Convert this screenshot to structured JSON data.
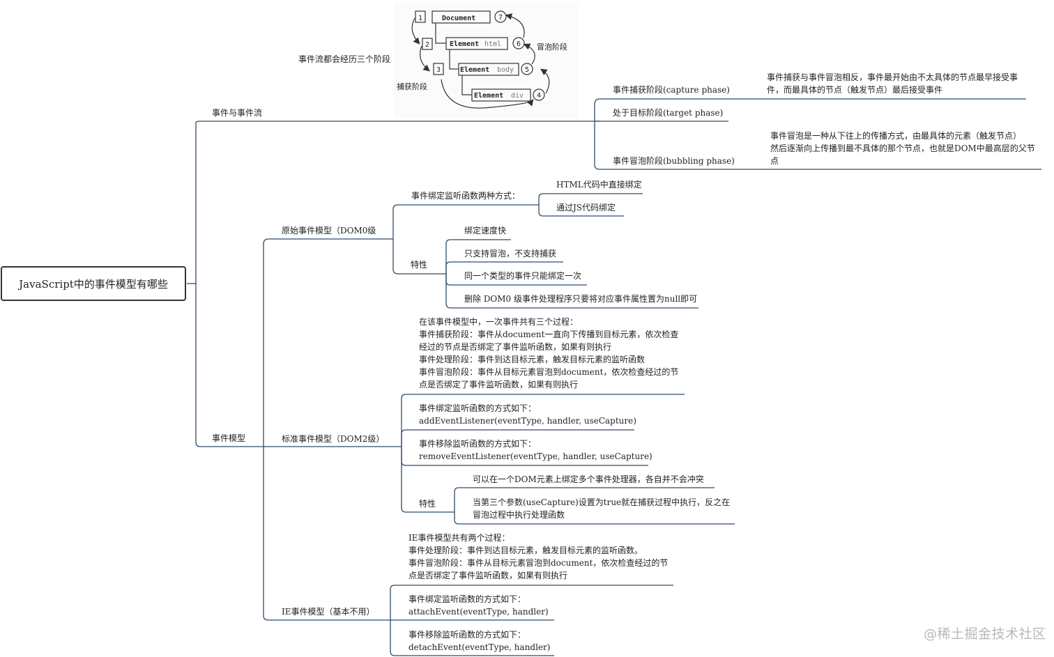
{
  "root": "JavaScript中的事件模型有哪些",
  "flow": {
    "label": "事件与事件流",
    "note": "事件流都会经历三个阶段",
    "figure": {
      "nums": [
        "1",
        "2",
        "3",
        "4",
        "5",
        "6",
        "7"
      ],
      "document": "Document",
      "el_html": "Element",
      "el_html_tag": "html",
      "el_body": "Element",
      "el_body_tag": "body",
      "el_div": "Element",
      "el_div_tag": "div",
      "capture_label": "捕获阶段",
      "bubble_label": "冒泡阶段"
    },
    "capture": "事件捕获阶段(capture phase)",
    "capture_desc": "事件捕获与事件冒泡相反，事件最开始由不太具体的节点最早接受事\n件，而最具体的节点（触发节点）最后接受事件",
    "target": "处于目标阶段(target phase)",
    "bubbling": "事件冒泡阶段(bubbling phase)",
    "bubbling_desc": "事件冒泡是一种从下往上的传播方式，由最具体的元素（触发节点）\n然后逐渐向上传播到最不具体的那个节点，也就是DOM中最高层的父节\n点"
  },
  "model": {
    "label": "事件模型",
    "dom0": {
      "label": "原始事件模型（DOM0级",
      "bind": "事件绑定监听函数两种方式：",
      "bind_items": [
        "HTML代码中直接绑定",
        "通过JS代码绑定"
      ],
      "feature": "特性",
      "features": [
        "绑定速度快",
        "只支持冒泡，不支持捕获",
        "同一个类型的事件只能绑定一次",
        "删除 DOM0 级事件处理程序只要将对应事件属性置为null即可"
      ]
    },
    "dom2": {
      "label": "标准事件模型（DOM2级）",
      "process": "在该事件模型中，一次事件共有三个过程：\n事件捕获阶段：事件从document一直向下传播到目标元素，依次检查\n经过的节点是否绑定了事件监听函数，如果有则执行\n事件处理阶段：事件到达目标元素，触发目标元素的监听函数\n事件冒泡阶段：事件从目标元素冒泡到document，依次检查经过的节\n点是否绑定了事件监听函数，如果有则执行",
      "add": "事件绑定监听函数的方式如下：\naddEventListener(eventType, handler, useCapture)",
      "remove": "事件移除监听函数的方式如下：\nremoveEventListener(eventType, handler, useCapture)",
      "feature": "特性",
      "features": [
        "可以在一个DOM元素上绑定多个事件处理器，各自并不会冲突",
        "当第三个参数(useCapture)设置为true就在捕获过程中执行，反之在\n冒泡过程中执行处理函数"
      ]
    },
    "ie": {
      "label": "IE事件模型（基本不用）",
      "process": "IE事件模型共有两个过程：\n事件处理阶段：事件到达目标元素，触发目标元素的监听函数。\n事件冒泡阶段：事件从目标元素冒泡到document，依次检查经过的节\n点是否绑定了事件监听函数，如果有则执行",
      "attach": "事件绑定监听函数的方式如下：\nattachEvent(eventType, handler)",
      "detach": "事件移除监听函数的方式如下：\ndetachEvent(eventType, handler)"
    }
  },
  "watermark": "@稀土掘金技术社区",
  "colors": {
    "line": "#2f4a6b",
    "text": "#222222",
    "border": "#333333",
    "watermark": "#b8b8b8"
  }
}
